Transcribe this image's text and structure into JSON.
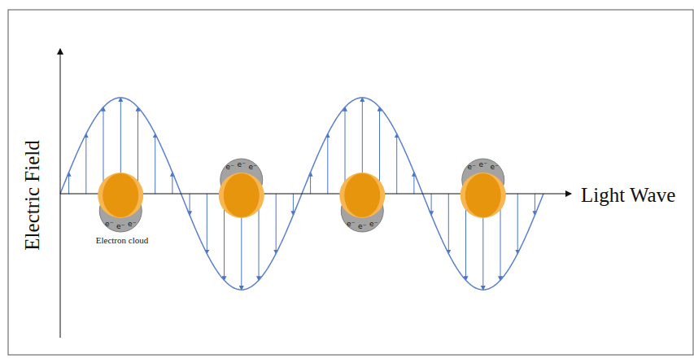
{
  "diagram": {
    "labels": [
      "Electric Field",
      "Light Wave",
      "Electron cloud",
      "e⁻",
      "e⁻",
      "e⁻",
      "e⁻",
      "e⁻",
      "e⁻",
      "e⁻",
      "e⁻",
      "e⁻",
      "e⁻",
      "e⁻",
      "e⁻"
    ]
  }
}
